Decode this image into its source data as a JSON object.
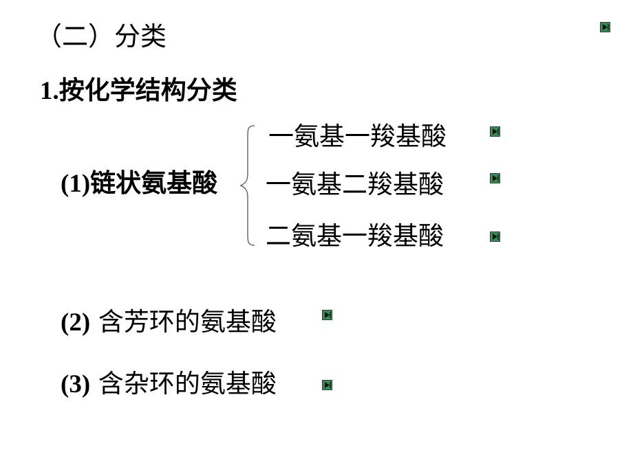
{
  "section_heading": "（二）分类",
  "subheading": {
    "number": "1.",
    "text": "按化学结构分类"
  },
  "item1": {
    "number": "(1)",
    "text": "链状氨基酸",
    "subtypes": [
      "一氨基一羧基酸",
      "一氨基二羧基酸",
      "二氨基一羧基酸"
    ]
  },
  "item2": {
    "number": "(2)",
    "text": " 含芳环的氨基酸"
  },
  "item3": {
    "number": "(3)",
    "text": " 含杂环的氨基酸"
  },
  "icons": {
    "action_button": "next-arrow-icon"
  },
  "colors": {
    "background": "#ffffff",
    "text": "#000000",
    "button_fill": "#3a8a58",
    "button_arrow": "#0a1a0a"
  }
}
